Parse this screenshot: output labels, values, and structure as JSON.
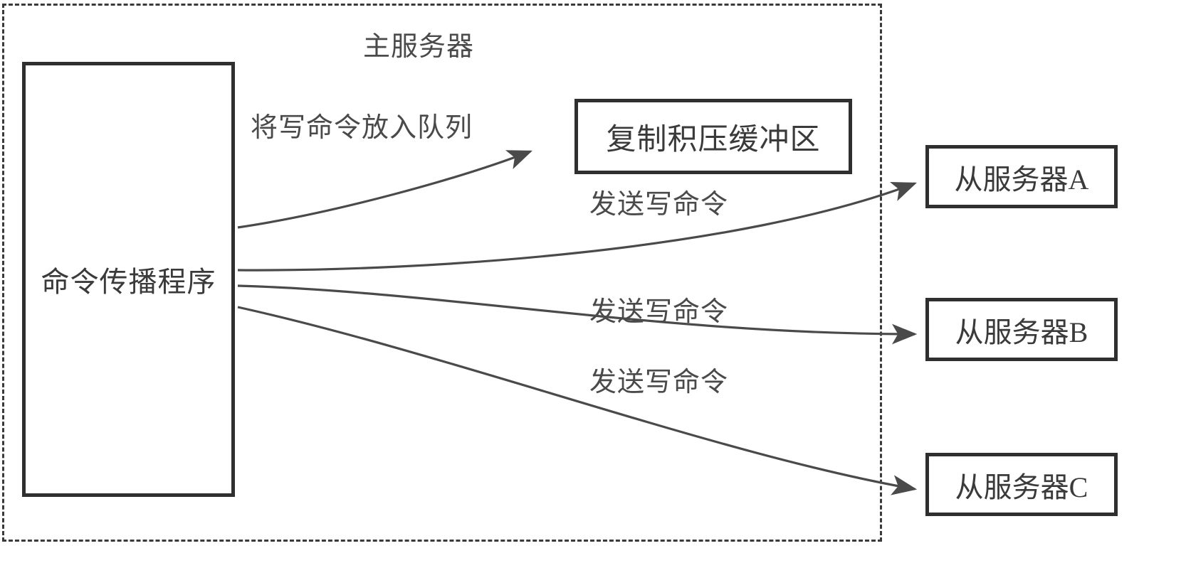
{
  "diagram": {
    "master": {
      "title": "主服务器",
      "boundary_style": "dashed"
    },
    "nodes": {
      "propagation": {
        "label": "命令传播程序"
      },
      "backlog_buffer": {
        "label": "复制积压缓冲区"
      },
      "slave_a": {
        "label": "从服务器A"
      },
      "slave_b": {
        "label": "从服务器B"
      },
      "slave_c": {
        "label": "从服务器C"
      }
    },
    "edges": [
      {
        "id": "to-buffer",
        "label": "将写命令放入队列",
        "from": "propagation",
        "to": "backlog_buffer"
      },
      {
        "id": "to-slave-a",
        "label": "发送写命令",
        "from": "propagation",
        "to": "slave_a"
      },
      {
        "id": "to-slave-b",
        "label": "发送写命令",
        "from": "propagation",
        "to": "slave_b"
      },
      {
        "id": "to-slave-c",
        "label": "发送写命令",
        "from": "propagation",
        "to": "slave_c"
      }
    ],
    "colors": {
      "box_border": "#2f2f2f",
      "dashed_border": "#3a3a3a",
      "text": "#3a3a3a",
      "arrow": "#4a4a4a",
      "background": "#ffffff"
    }
  }
}
